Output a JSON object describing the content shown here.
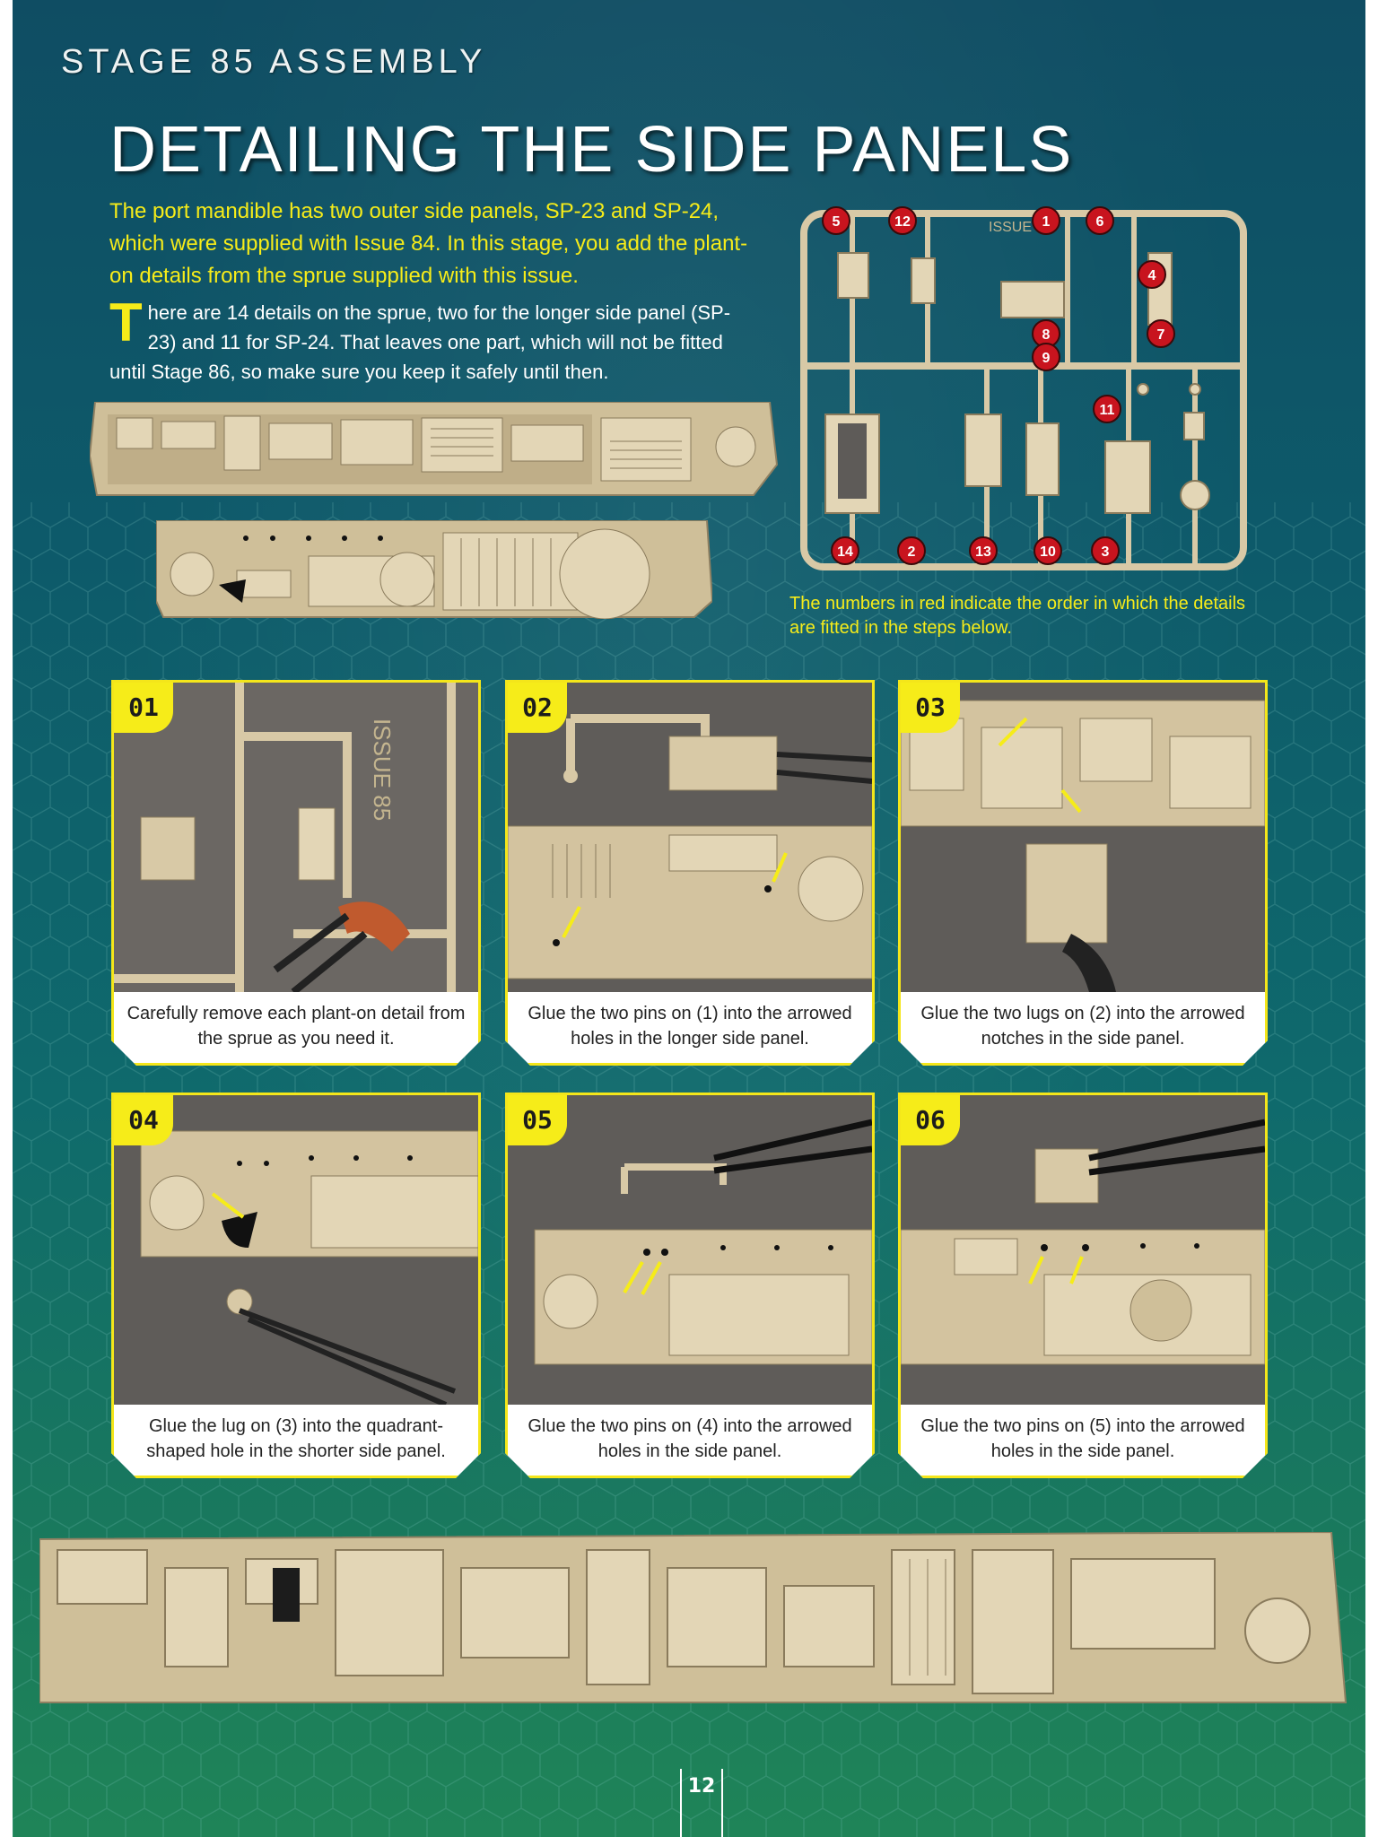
{
  "header": {
    "stage_label": "STAGE 85 ASSEMBLY",
    "title": "DETAILING THE SIDE PANELS"
  },
  "intro": {
    "text": "The port mandible has two outer side panels, SP-23 and SP-24, which were supplied with Issue 84. In this stage, you add the plant-on details from the sprue supplied with this issue."
  },
  "body": {
    "dropcap": "T",
    "text": "here are 14 details on the sprue, two for the longer side panel (SP-23) and 11 for SP-24. That leaves one part, which will not be fitted until Stage 86, so make sure you keep it safely until then."
  },
  "sprue": {
    "embossed_text": "ISSUE 85",
    "markers": [
      "5",
      "12",
      "1",
      "6",
      "4",
      "8",
      "7",
      "9",
      "11",
      "14",
      "2",
      "13",
      "10",
      "3"
    ],
    "caption": "The numbers in red indicate the order in which the details are fitted in the steps below."
  },
  "steps": [
    {
      "number": "01",
      "caption": "Carefully remove each plant-on detail from the sprue as you need it."
    },
    {
      "number": "02",
      "caption": "Glue the two pins on (1) into the arrowed holes in the longer side panel."
    },
    {
      "number": "03",
      "caption": "Glue the two lugs on (2) into the arrowed notches in the side panel."
    },
    {
      "number": "04",
      "caption": "Glue the lug on (3) into the quadrant-shaped hole in the shorter side panel."
    },
    {
      "number": "05",
      "caption": "Glue the two pins on (4) into the arrowed holes in the side panel."
    },
    {
      "number": "06",
      "caption": "Glue the two pins on (5) into the arrowed holes in the side panel."
    }
  ],
  "footer": {
    "page_number": "12"
  },
  "colors": {
    "accent_yellow": "#f6ec19",
    "marker_red": "#c8141e",
    "plastic_beige": "#d8c9a6",
    "background_teal": "#0d5a6a"
  }
}
